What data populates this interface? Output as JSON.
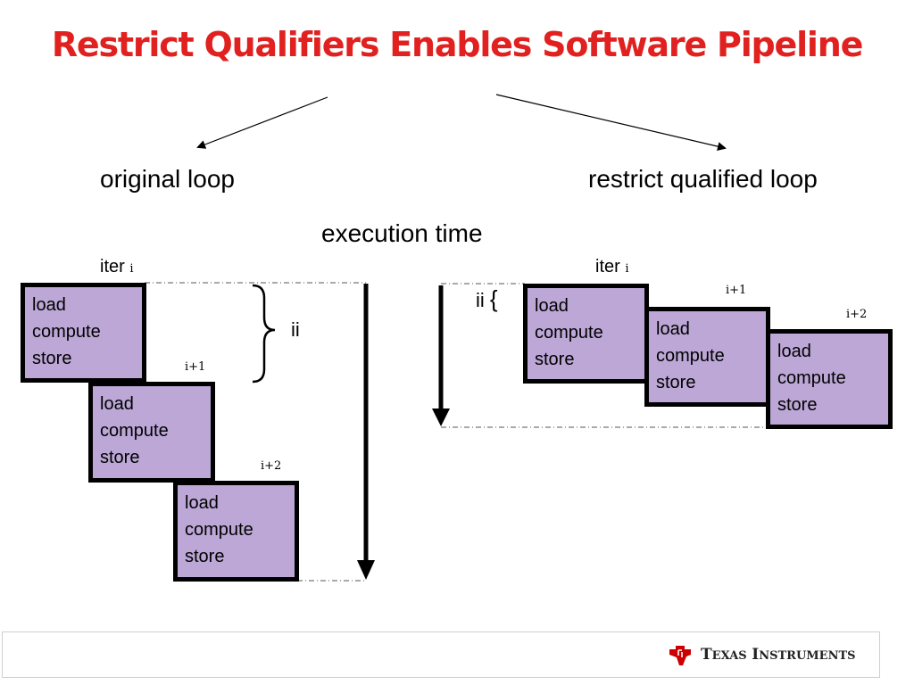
{
  "title": "Restrict Qualifiers Enables Software Pipeline",
  "labels": {
    "original": "original loop",
    "restricted": "restrict qualified loop",
    "execution_time": "execution time"
  },
  "iteration_word": "iter",
  "iteration_var": "i",
  "iter_next_1": "i+1",
  "iter_next_2": "i+2",
  "interval_label": "ii",
  "interval_brace": "{",
  "stage_lines": [
    "load",
    "compute",
    "store"
  ],
  "left_loop": {
    "block_count": 3
  },
  "right_loop": {
    "block_count": 3
  },
  "colors": {
    "title": "#e0211f",
    "block_fill": "#bca7d6",
    "block_border": "#000000",
    "logo_red": "#cc0000"
  },
  "footer": {
    "logo_icon": "texas-instruments-logo-icon",
    "brand_first_big": "T",
    "brand_first_rest": "EXAS",
    "brand_second_big": "I",
    "brand_second_rest": "NSTRUMENTS"
  }
}
